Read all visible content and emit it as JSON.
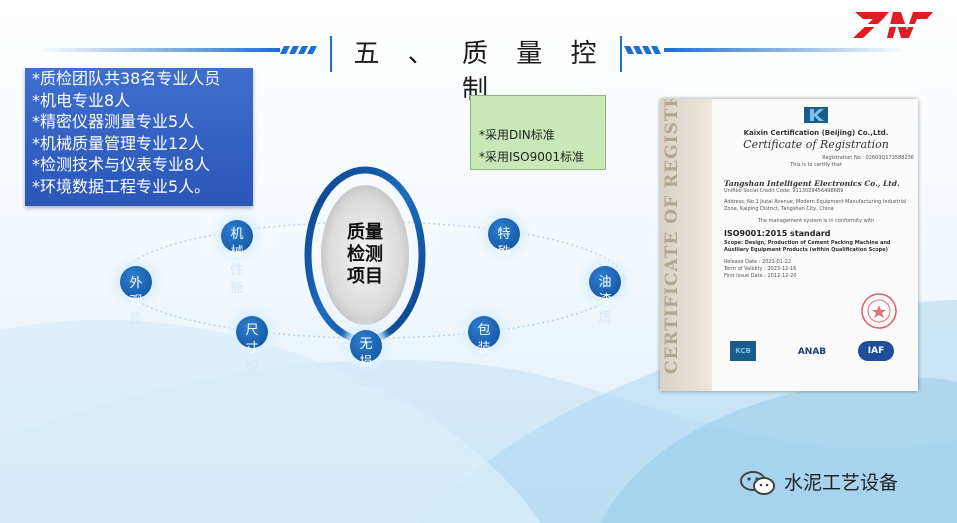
{
  "title": "五 、 质 量 控 制",
  "team": [
    "*质检团队共38名专业人员",
    "*机电专业8人",
    "*精密仪器测量专业5人",
    "*机械质量管理专业12人",
    "*检测技术与仪表专业8人",
    "*环境数据工程专业5人。"
  ],
  "standards": [
    "*采用DIN标准",
    "*采用ISO9001标准"
  ],
  "center": {
    "line1": "质量",
    "line2": "检测",
    "line3": "项目"
  },
  "items": [
    {
      "t1": "外",
      "t2": "观",
      "t3": "",
      "t4": "质"
    },
    {
      "t1": "机",
      "t2": "械",
      "t3": "性",
      "t4": "能"
    },
    {
      "t1": "尺",
      "t2": "寸",
      "t3": "检",
      "t4": ""
    },
    {
      "t1": "无",
      "t2": "损",
      "t3": "",
      "t4": "查"
    },
    {
      "t1": "特",
      "t2": "殊",
      "t3": "",
      "t4": ""
    },
    {
      "t1": "包",
      "t2": "装",
      "t3": "",
      "t4": ""
    },
    {
      "t1": "油",
      "t2": "漆",
      "t3": "",
      "t4": "质"
    }
  ],
  "certificate": {
    "side_text": "CERTIFICATE OF REGISTRATION",
    "org": "Kaixin Certification (Beijing) Co.,Ltd.",
    "title": "Certificate of Registration",
    "registration": "Registration No.: 02603Q173588236",
    "certify": "This is to certify that",
    "company": "Tangshan Intelligent Electronics Co., Ltd.",
    "credit_code": "Unified Social Credit Code: 91130294564986B9",
    "address": "Address: No.1 Jiutai Avenue, Modern Equipment Manufacturing Industrial Zone, Kaiping District, Tangshan City, China",
    "conform": "The management system is in conformity with",
    "standard": "ISO9001:2015 standard",
    "scope": "Scope: Design, Production of Cement Packing Machine and Auxiliary Equipment Products (within Qualification Scope)",
    "release": "Release Date : 2021-01-22",
    "validity": "Term of Validity : 2023-12-16",
    "first_issue": "First Issue Date : 2012-12-20",
    "logos": [
      "KCB",
      "ANAB",
      "IAF"
    ]
  },
  "watermark": "水泥工艺设备",
  "colors": {
    "accent": "#0d4e9a",
    "team_bg": "#2f5fc4",
    "std_bg": "#c8e8b8"
  }
}
